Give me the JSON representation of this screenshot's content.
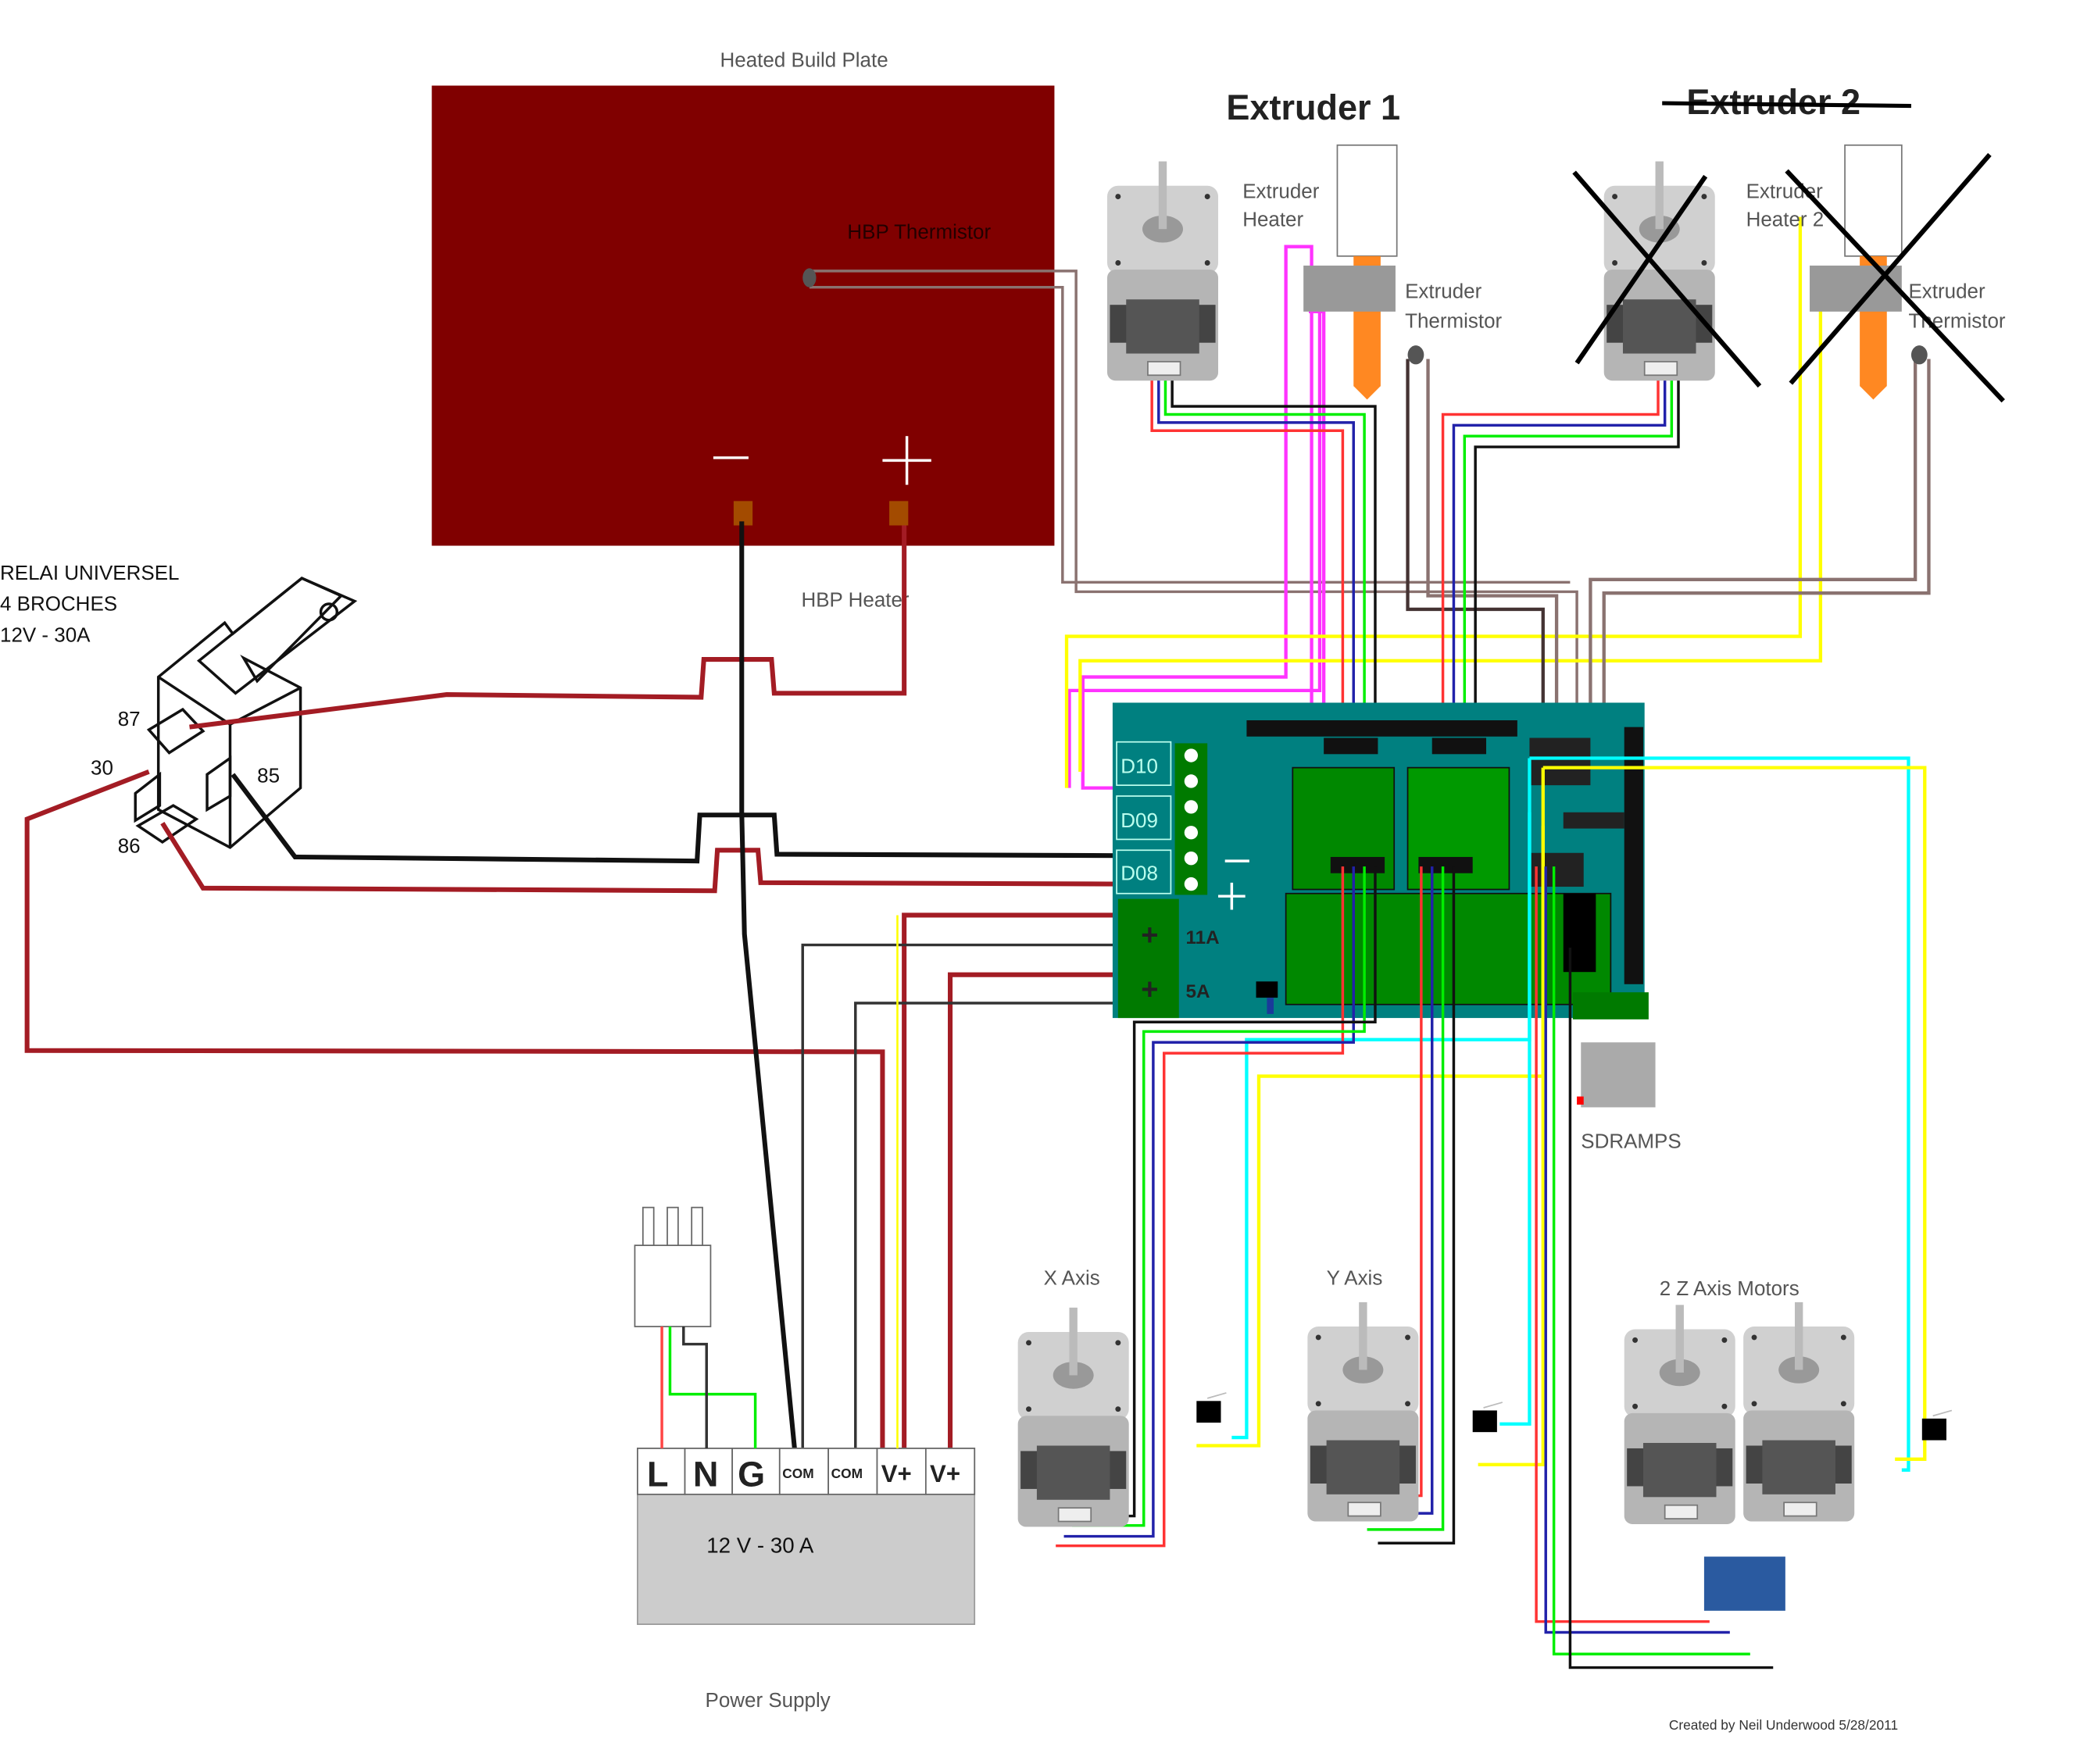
{
  "diagram": {
    "title_bed": "Heated Build Plate",
    "hbp_thermistor": "HBP Thermistor",
    "hbp_heater": "HBP Heater",
    "bed_minus": "−",
    "bed_plus": "+",
    "extruder1_title": "Extruder 1",
    "extruder2_title": "Extruder 2",
    "extruder_heater": [
      "Extruder",
      "Heater"
    ],
    "extruder_thermistor": [
      "Extruder",
      "Thermistor"
    ],
    "extruder_heater2": [
      "Extruder",
      "Heater 2"
    ],
    "extruder_thermistor2": [
      "Extruder",
      "Thermistor"
    ],
    "relay": {
      "title_lines": [
        "RELAI UNIVERSEL",
        "4 BROCHES",
        "12V - 30A"
      ],
      "pins": [
        "87",
        "30",
        "85",
        "86"
      ]
    },
    "ramps": {
      "mosfets": [
        "D10",
        "D09",
        "D08"
      ],
      "power_labels": [
        "11A",
        "5A"
      ],
      "minus": "−",
      "plus": "+",
      "sd_label": "SDRAMPS"
    },
    "psu": {
      "terminals": [
        "L",
        "N",
        "G",
        "COM",
        "COM",
        "V+",
        "V+"
      ],
      "rating": "12 V  - 30 A",
      "label": "Power Supply"
    },
    "axes": {
      "x": "X Axis",
      "y": "Y Axis",
      "z": "2 Z Axis Motors"
    },
    "credit": "Created by Neil Underwood 5/28/2011",
    "colors": {
      "bed": "#800000",
      "ramps": "#008080",
      "driver": "#007a00",
      "power_wire": "#a31c24",
      "magenta": "#ff33ff",
      "yellow": "#ffff00",
      "cyan": "#00ffff",
      "thermistor_wire": "#8a7270"
    }
  }
}
